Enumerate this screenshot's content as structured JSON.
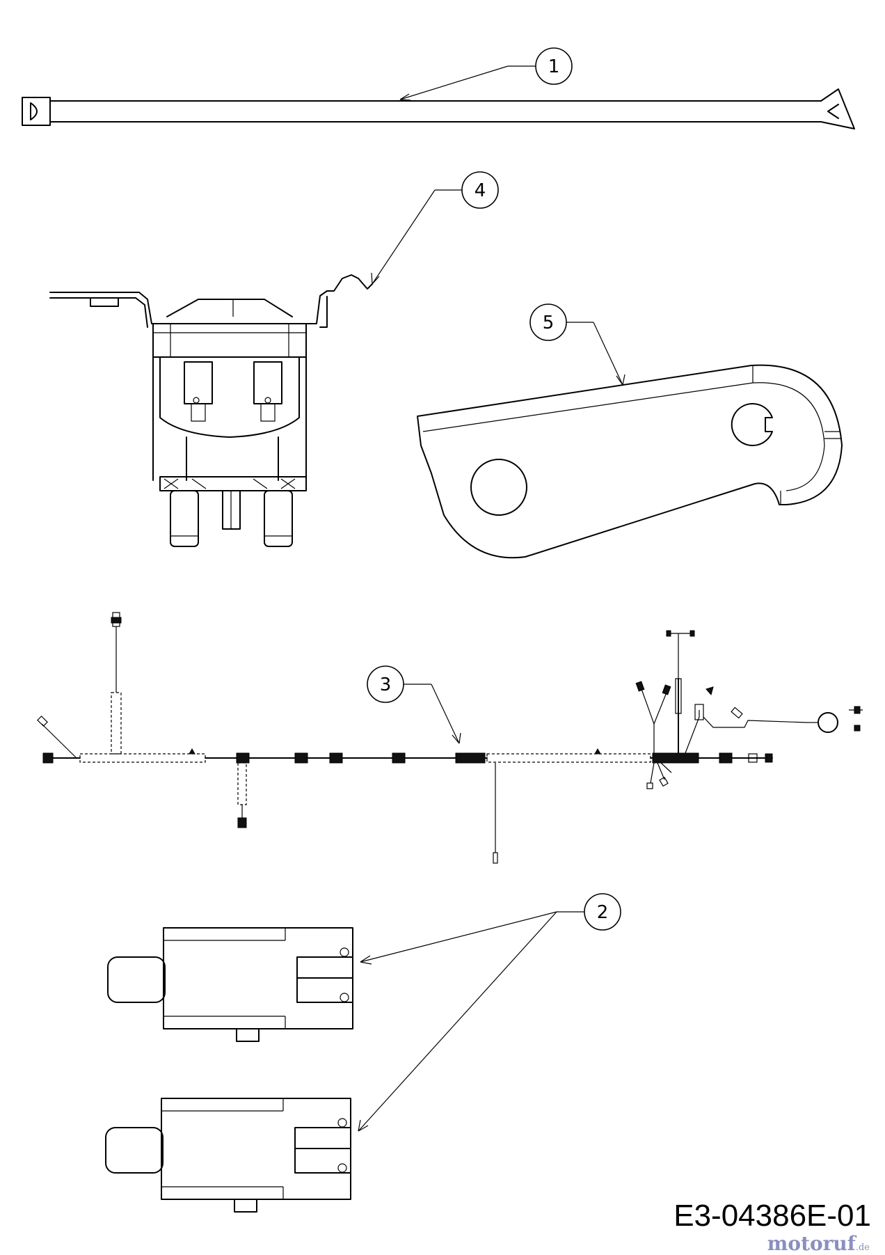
{
  "callouts": {
    "c1": "1",
    "c2": "2",
    "c3": "3",
    "c4": "4",
    "c5": "5"
  },
  "drawing_code": "E3-04386E-01",
  "watermark": {
    "brand": "motoruf",
    "tld": ".de"
  },
  "parts": [
    {
      "number": "1",
      "name": "cable-tie"
    },
    {
      "number": "2",
      "name": "plunger-switch"
    },
    {
      "number": "3",
      "name": "wiring-harness"
    },
    {
      "number": "4",
      "name": "ignition-switch"
    },
    {
      "number": "5",
      "name": "lever-plate"
    }
  ]
}
